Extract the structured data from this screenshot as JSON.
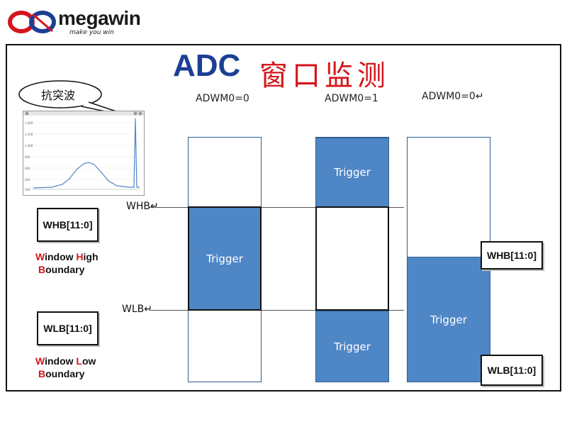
{
  "header": {
    "brand": "megawin",
    "tagline": "make you win"
  },
  "title": {
    "adc": "ADC",
    "cn": "窗口监测"
  },
  "callout": "抗突波",
  "modes": [
    "ADWM0=0",
    "ADWM0=1",
    "ADWM0=0↵"
  ],
  "lines": {
    "whb": "WHB↵",
    "wlb": "WLB↵"
  },
  "trigger_label": "Trigger",
  "registers": {
    "whb": "WHB[11:0]",
    "wlb": "WLB[11:0]"
  },
  "legend_high": {
    "w": "W",
    "w_rest": "indow ",
    "h": "H",
    "h_rest": "igh",
    "b": "B",
    "b_rest": "oundary"
  },
  "legend_low": {
    "w": "W",
    "w_rest": "indow ",
    "l": "L",
    "l_rest": "ow",
    "b": "B",
    "b_rest": "oundary"
  },
  "colors": {
    "title_blue": "#1c3f94",
    "title_red": "#d4161c",
    "trigger_fill": "#4f86c6"
  }
}
